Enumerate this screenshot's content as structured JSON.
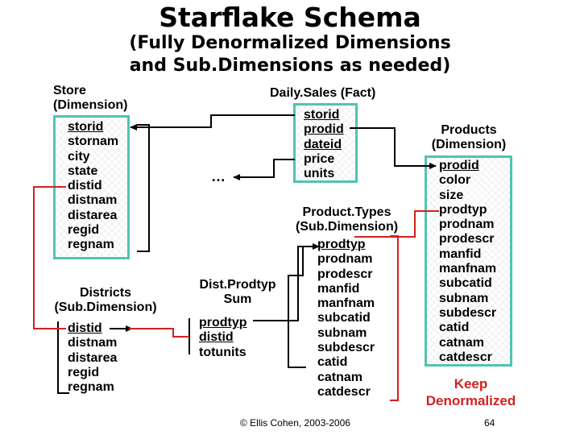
{
  "title": "Starflake Schema",
  "subtitle_line1": "(Fully Denormalized Dimensions",
  "subtitle_line2": "and Sub.Dimensions as needed)",
  "store": {
    "header": "Store\n(Dimension)",
    "attrs": [
      "storid",
      "stornam",
      "city",
      "state",
      "distid",
      "distnam",
      "distarea",
      "regid",
      "regnam"
    ]
  },
  "districts": {
    "header": "Districts\n(Sub.Dimension)",
    "attrs": [
      "distid",
      "distnam",
      "distarea",
      "regid",
      "regnam"
    ]
  },
  "fact": {
    "header": "Daily.Sales (Fact)",
    "attrs": [
      "storid",
      "prodid",
      "dateid",
      "price",
      "units"
    ]
  },
  "ellipsis": "…",
  "dist_prodtyp": {
    "header": "Dist.Prodtyp\nSum",
    "attrs": [
      "prodtyp",
      "distid",
      "totunits"
    ]
  },
  "product_types": {
    "header": "Product.Types\n(Sub.Dimension)",
    "attrs": [
      "prodtyp",
      "prodnam",
      "prodescr",
      "manfid",
      "manfnam",
      "subcatid",
      "subnam",
      "subdescr",
      "catid",
      "catnam",
      "catdescr"
    ]
  },
  "products": {
    "header": "Products\n(Dimension)",
    "attrs": [
      "prodid",
      "color",
      "size",
      "prodtyp",
      "prodnam",
      "prodescr",
      "manfid",
      "manfnam",
      "subcatid",
      "subnam",
      "subdescr",
      "catid",
      "catnam",
      "catdescr"
    ]
  },
  "keep_note": "Keep\nDenormalized",
  "footer": "© Ellis Cohen, 2003-2006",
  "page_number": "64",
  "colors": {
    "teal_border": "#4ec5b3",
    "red_line": "#d32020",
    "black_line": "#000000"
  }
}
